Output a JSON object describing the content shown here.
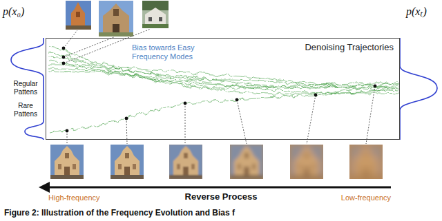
{
  "diagram": {
    "caption": "Figure 2: Illustration of the Frequency Evolution and Bias f",
    "nodes": [
      {
        "text": [
          "Denoising Trajectories",
          "Bias towards Easy Frequency Modes"
        ]
      }
    ],
    "labels": [
      "p(x₀)",
      "Regular Pattens",
      "Rare Pattens",
      "p(xₜ)",
      "High-frequency",
      "Reverse Process",
      "Low-frequency"
    ]
  }
}
